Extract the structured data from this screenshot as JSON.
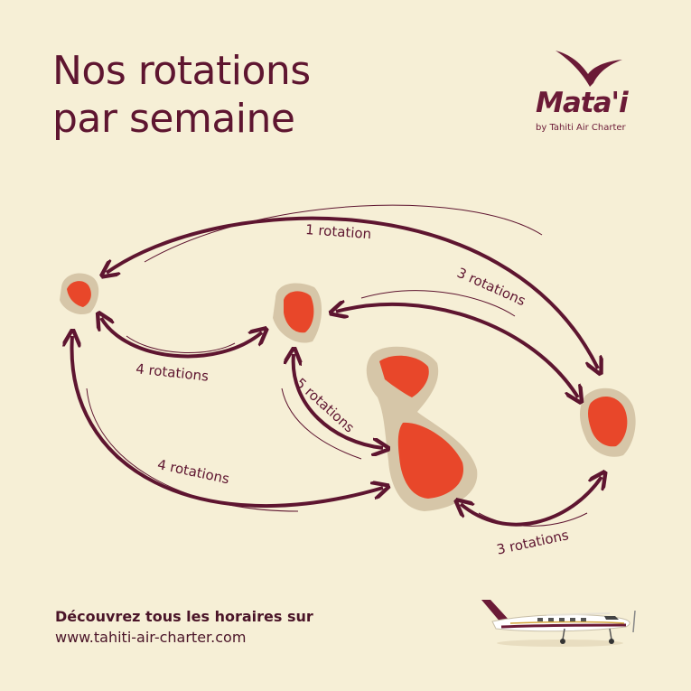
{
  "header": {
    "title_line1": "Nos rotations",
    "title_line2": "par semaine"
  },
  "logo": {
    "brand": "Mata'i",
    "tagline": "by Tahiti Air Charter"
  },
  "routes": [
    {
      "label": "1 rotation"
    },
    {
      "label": "3 rotations"
    },
    {
      "label": "4 rotations"
    },
    {
      "label": "5 rotations"
    },
    {
      "label": "4 rotations"
    },
    {
      "label": "3 rotations"
    }
  ],
  "footer": {
    "line1": "Découvrez tous les horaires sur",
    "line2": "www.tahiti-air-charter.com"
  },
  "colors": {
    "background": "#f6efd6",
    "text": "#5e1530",
    "island_fill": "#e8472a",
    "island_reef": "#d6c6a8",
    "arrow": "#5e1530"
  },
  "icons": [
    "bird-logo-icon",
    "plane-illustration-icon"
  ]
}
